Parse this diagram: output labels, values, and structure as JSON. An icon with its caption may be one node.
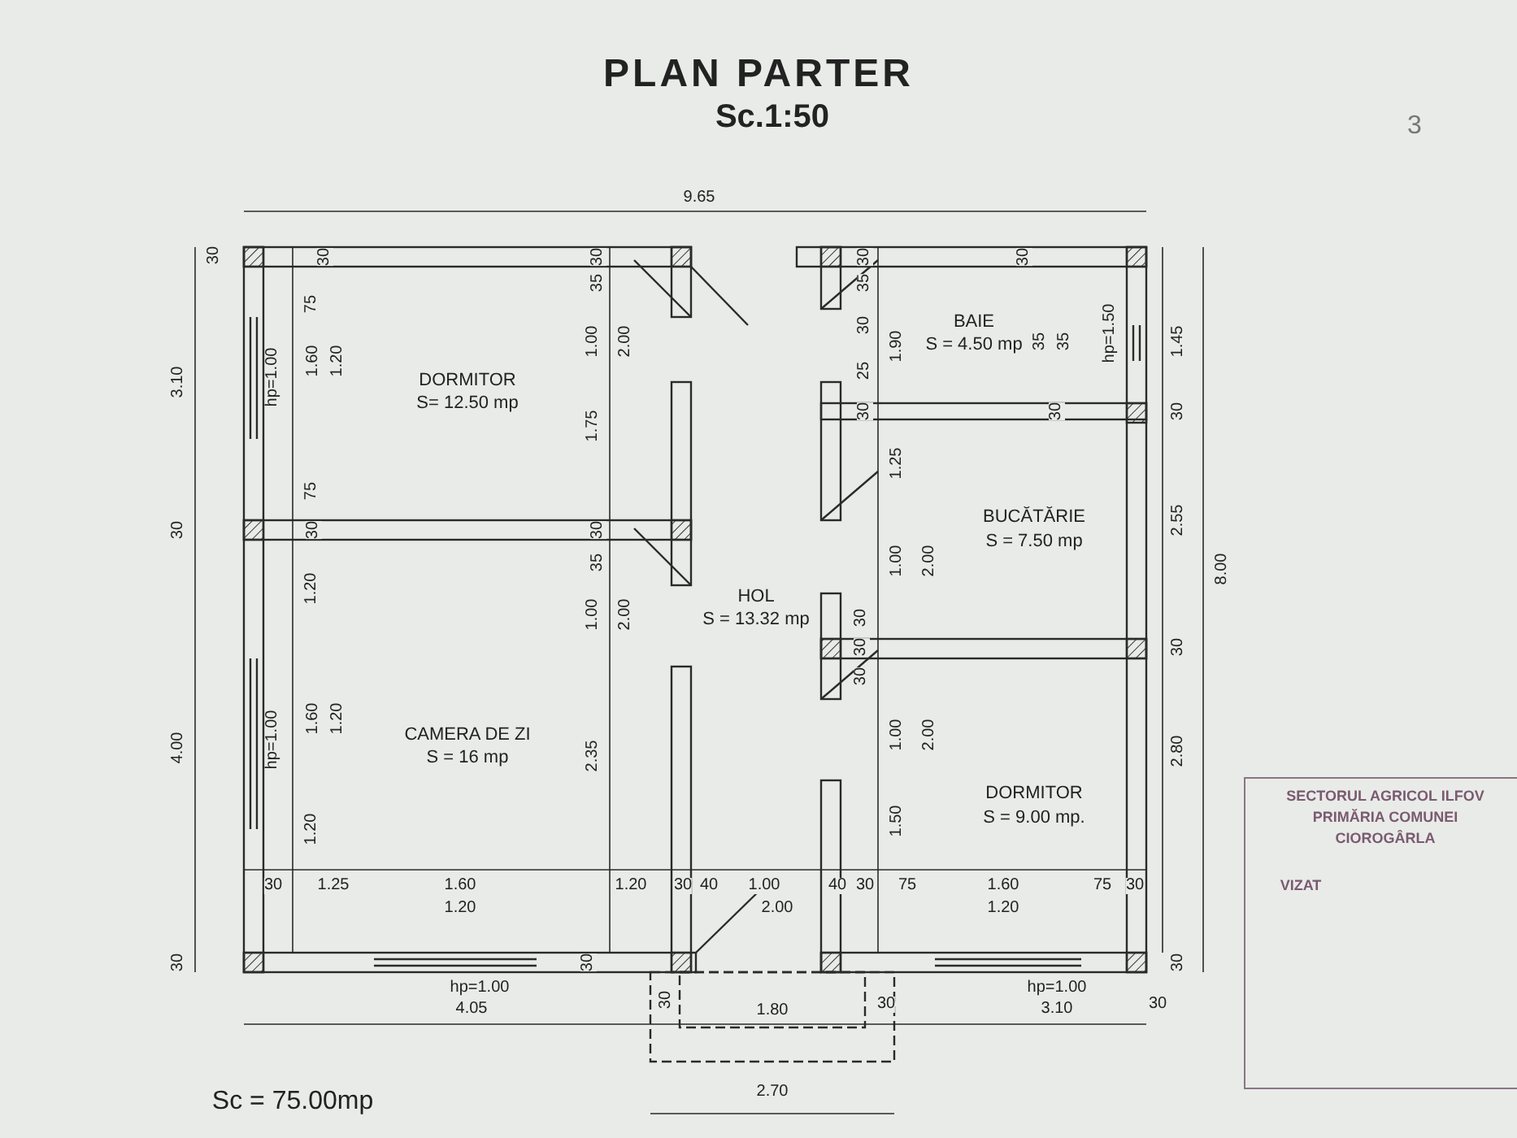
{
  "diagram": {
    "title": "PLAN PARTER",
    "nodes": [
      {
        "text": [
          "DORMITOR",
          "S= 12.50 mp"
        ]
      },
      {
        "text": [
          "CAMERA DE ZI",
          "S = 16 mp"
        ]
      },
      {
        "text": [
          "HOL",
          "S = 13.32 mp"
        ]
      },
      {
        "text": [
          "BAIE",
          "S = 4.50 mp"
        ]
      },
      {
        "text": [
          "BUCĂTĂRIE",
          "S = 7.50 mp"
        ]
      },
      {
        "text": [
          "DORMITOR",
          "S = 9.00 mp."
        ]
      }
    ],
    "labels": [
      "Sc.1:50",
      "3",
      "9.65",
      "30",
      "30",
      "30",
      "30",
      "30",
      "35",
      "35",
      "75",
      "1.00",
      "2.00",
      "30",
      "1.90",
      "35",
      "35",
      "hp=1.50",
      "1.45",
      "3.10",
      "hp=1.00",
      "1.60",
      "1.20",
      "25",
      "30",
      "30",
      "30",
      "1.75",
      "1.25",
      "75",
      "2.55",
      "30",
      "30",
      "30",
      "1.00",
      "2.00",
      "8.00",
      "35",
      "1.20",
      "1.00",
      "2.00",
      "30",
      "30",
      "30",
      "30",
      "1.60",
      "1.20",
      "hp=1.00",
      "1.00",
      "2.00",
      "4.00",
      "2.35",
      "2.80",
      "1.20",
      "1.50",
      "30",
      "1.25",
      "1.60",
      "1.20",
      "30",
      "40",
      "1.00",
      "40",
      "30",
      "75",
      "1.60",
      "75",
      "30",
      "1.20",
      "2.00",
      "1.20",
      "30",
      "30",
      "30",
      "hp=1.00",
      "hp=1.00",
      "4.05",
      "30",
      "1.80",
      "30",
      "3.10",
      "30",
      "2.70",
      "Sc = 75.00mp",
      "SECTORUL AGRICOL ILFOV",
      "PRIMĂRIA COMUNEI",
      "CIOROGÂRLA",
      "VIZAT"
    ]
  }
}
